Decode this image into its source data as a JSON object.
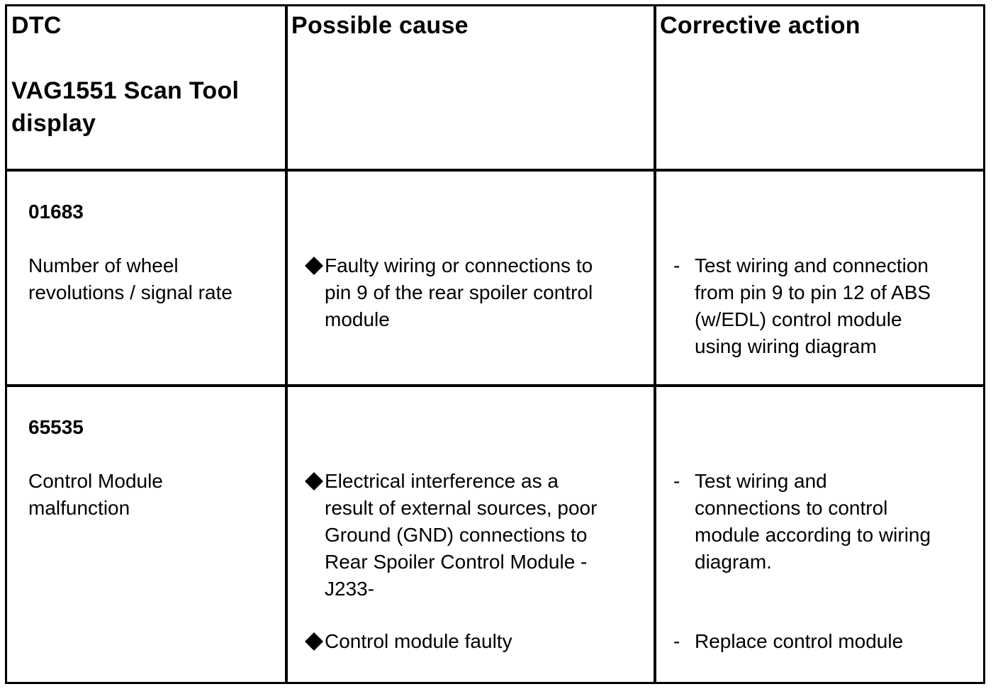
{
  "header": {
    "col1_line1": "DTC",
    "col1_line2": "VAG1551 Scan Tool",
    "col1_line3": "display",
    "col2": "Possible cause",
    "col3": "Corrective action"
  },
  "rows": [
    {
      "code": "01683",
      "description": [
        "Number of wheel",
        "revolutions / signal rate"
      ],
      "causes": [
        [
          "Faulty wiring or connections to",
          "pin 9 of the rear spoiler control",
          "module"
        ]
      ],
      "actions": [
        [
          "Test wiring and connection",
          "from pin 9 to pin 12 of ABS",
          "(w/EDL) control module",
          "using wiring diagram"
        ]
      ]
    },
    {
      "code": "65535",
      "description": [
        "Control Module",
        "malfunction"
      ],
      "causes": [
        [
          "Electrical interference as a",
          "result of external sources, poor",
          "Ground (GND) connections to",
          "Rear Spoiler Control Module -",
          "J233-"
        ],
        [
          "Control module faulty"
        ]
      ],
      "actions": [
        [
          "Test wiring and",
          "connections to control",
          "module according to wiring",
          "diagram."
        ],
        [
          "Replace control module"
        ]
      ]
    }
  ],
  "icons": {
    "bullet": "diamond-bullet-icon",
    "action_marker": "-"
  },
  "colors": {
    "text": "#000000",
    "border": "#000000",
    "background": "#ffffff"
  }
}
